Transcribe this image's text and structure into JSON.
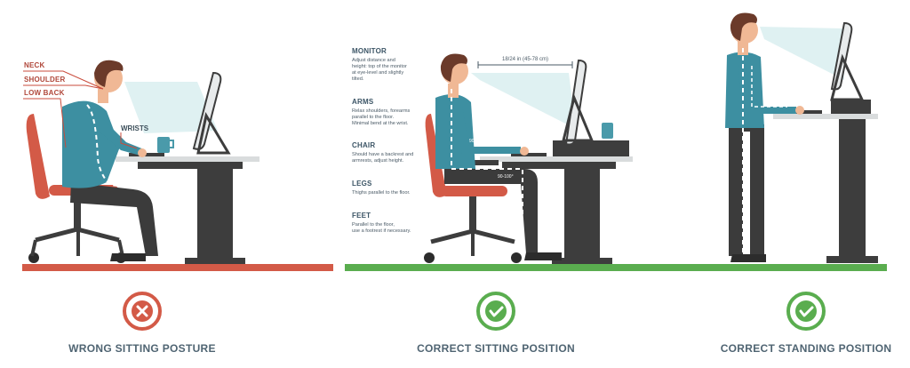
{
  "panels": {
    "wrong": {
      "caption": "WRONG SITTING POSTURE",
      "labels": {
        "neck": "NECK",
        "shoulder": "SHOULDER",
        "low_back": "LOW BACK",
        "wrists": "WRISTS"
      },
      "status_icon": "cross-icon",
      "accent": "#d35a47"
    },
    "correct_sitting": {
      "caption": "CORRECT SITTING POSITION",
      "distance": "18/24 in (45-78 cm)",
      "status_icon": "check-icon",
      "accent": "#5aad4f",
      "notes": [
        {
          "title": "MONITOR",
          "lines": [
            "Adjust distance and",
            "height: top of the monitor",
            "at eye-level and slightly",
            "tilted."
          ]
        },
        {
          "title": "ARMS",
          "lines": [
            "Relax shoulders, forearms",
            "parallel to the floor.",
            "Minimal bend at the wrist."
          ]
        },
        {
          "title": "CHAIR",
          "lines": [
            "Should have a backrest and",
            "armrests, adjust height."
          ]
        },
        {
          "title": "LEGS",
          "lines": [
            "Thighs parallel to the floor."
          ]
        },
        {
          "title": "FEET",
          "lines": [
            "Parallel to the floor,",
            "use a footrest if necessary."
          ]
        }
      ]
    },
    "correct_standing": {
      "caption": "CORRECT STANDING POSITION",
      "status_icon": "check-icon",
      "accent": "#5aad4f"
    }
  },
  "angles": {
    "elbow": "90-100°",
    "hip": "90-100°"
  }
}
